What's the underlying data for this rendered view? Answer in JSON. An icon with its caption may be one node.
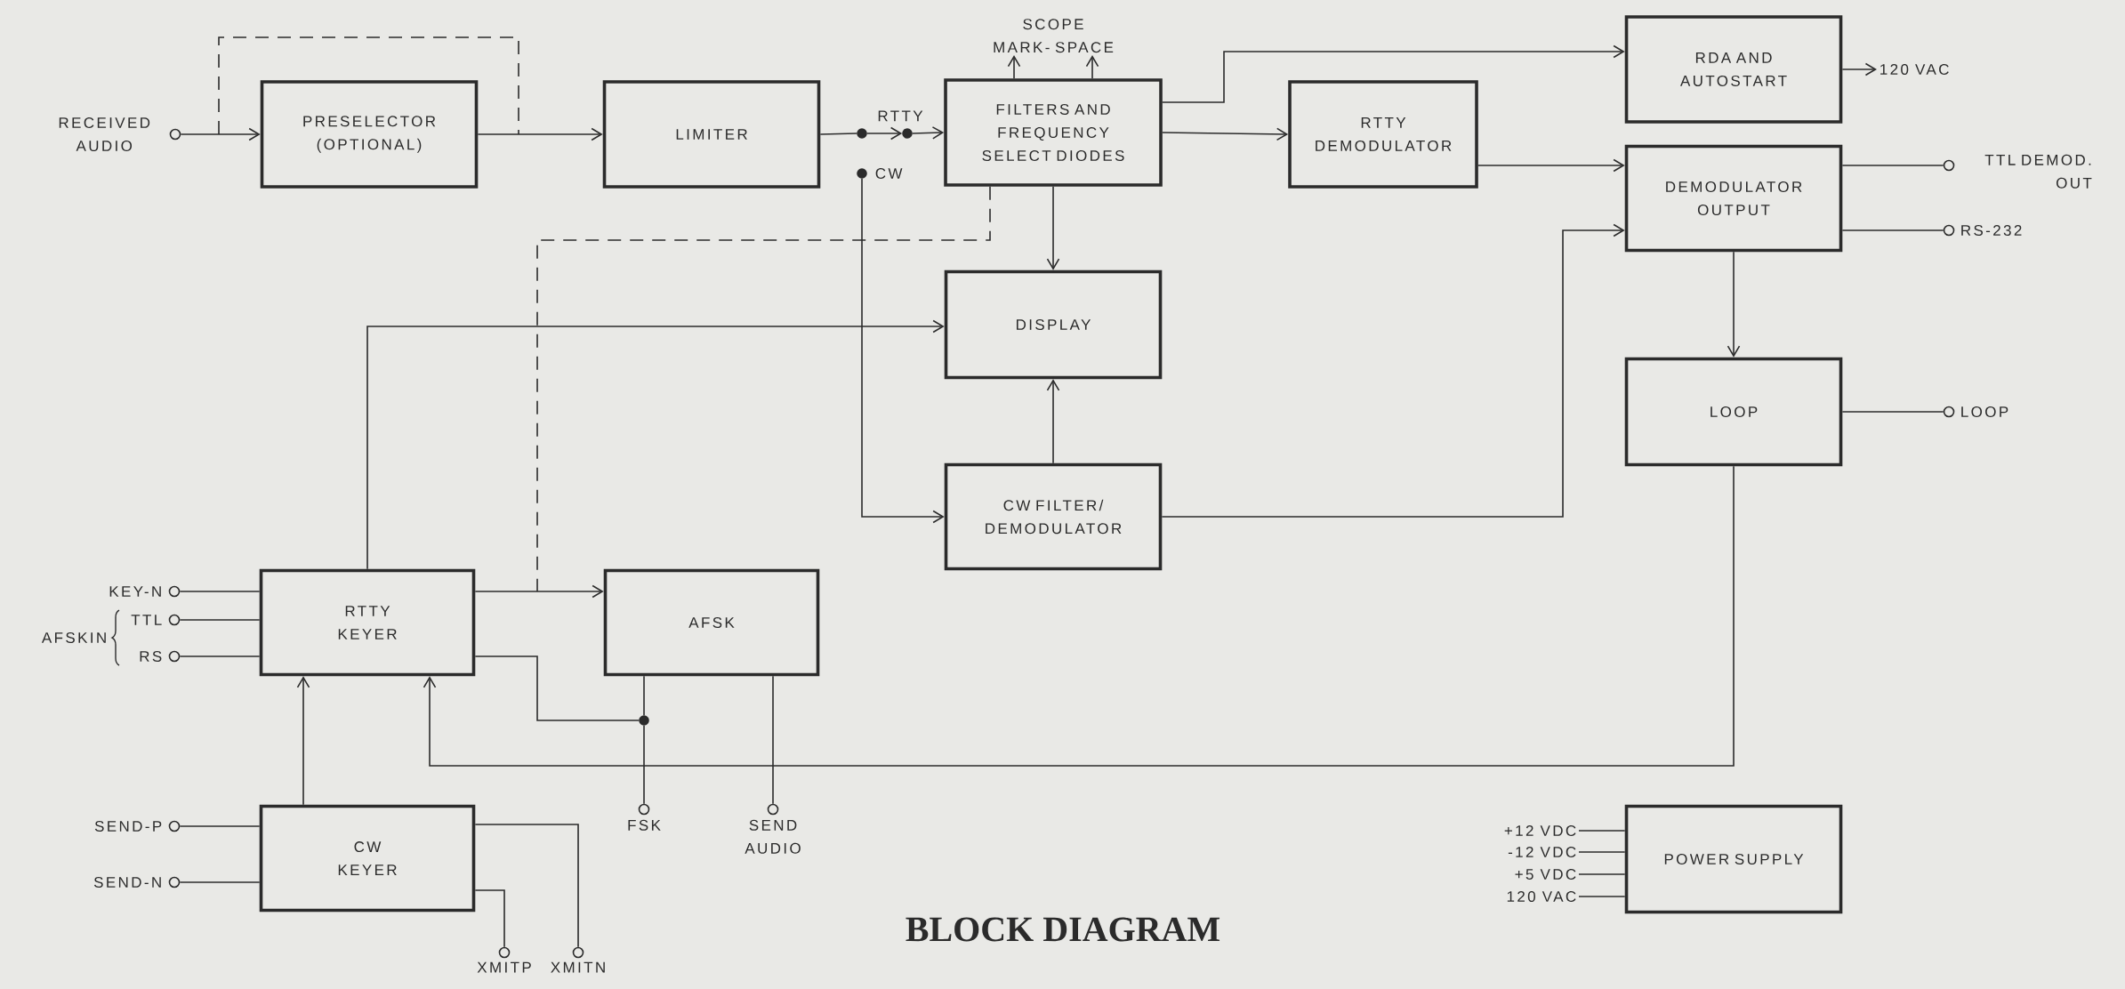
{
  "diagram": {
    "title": "BLOCK DIAGRAM",
    "nodes": [
      {
        "text": [],
        "shape": "circle",
        "beside": [
          "RECEIVED AUDIO"
        ]
      },
      {
        "text": [
          "PRESELECTOR (OPTIONAL)"
        ]
      },
      {
        "text": [
          "LIMITER"
        ]
      },
      {
        "text": [],
        "shape": "dot"
      },
      {
        "text": [],
        "shape": "dot",
        "beside": [
          "RTTY"
        ]
      },
      {
        "text": [],
        "shape": "dot",
        "beside": [
          "CW"
        ]
      },
      {
        "text": [
          "FILTERS AND FREQUENCY SELECT DIODES"
        ]
      },
      {
        "text": [
          "SCOPE MARK- SPACE"
        ]
      },
      {
        "text": [
          "RTTY DEMODULATOR"
        ]
      },
      {
        "text": [
          "RDA AND AUTOSTART"
        ]
      },
      {
        "text": [
          "120 VAC"
        ]
      },
      {
        "text": [
          "DEMODULATOR OUTPUT"
        ]
      },
      {
        "text": [],
        "shape": "circle",
        "beside": [
          "TTL DEMOD. OUT"
        ]
      },
      {
        "text": [],
        "shape": "circle",
        "beside": [
          "RS-232"
        ]
      },
      {
        "text": [
          "DISPLAY"
        ]
      },
      {
        "text": [
          "LOOP"
        ]
      },
      {
        "text": [],
        "shape": "circle",
        "beside": [
          "LOOP"
        ]
      },
      {
        "text": [
          "CW FILTER/ DEMODULATOR"
        ]
      },
      {
        "text": [],
        "shape": "circle",
        "beside": [
          "KEY-N"
        ]
      },
      {
        "text": [],
        "shape": "circle",
        "beside": [
          "TTL"
        ]
      },
      {
        "text": [],
        "shape": "circle",
        "beside": [
          "RS"
        ]
      },
      {
        "text": [
          "RTTY KEYER"
        ]
      },
      {
        "text": [
          "AFSK"
        ]
      },
      {
        "text": [],
        "shape": "dot"
      },
      {
        "text": [],
        "shape": "circle",
        "beside": [
          "FSK"
        ]
      },
      {
        "text": [],
        "shape": "circle",
        "beside": [
          "SEND AUDIO"
        ]
      },
      {
        "text": [],
        "shape": "circle",
        "beside": [
          "SEND-P"
        ]
      },
      {
        "text": [],
        "shape": "circle",
        "beside": [
          "SEND-N"
        ]
      },
      {
        "text": [
          "CW KEYER"
        ]
      },
      {
        "text": [],
        "shape": "circle",
        "beside": [
          "XMITP"
        ]
      },
      {
        "text": [],
        "shape": "circle",
        "beside": [
          "XMITN"
        ]
      },
      {
        "text": [
          "+12 VDC"
        ]
      },
      {
        "text": [
          "-12 VDC"
        ]
      },
      {
        "text": [
          "+5 VDC"
        ]
      },
      {
        "text": [
          "120 VAC"
        ]
      },
      {
        "text": [
          "POWER SUPPLY"
        ]
      }
    ],
    "edges": [
      {
        "from": 0,
        "to": 1,
        "arrow": "to"
      },
      {
        "from": 1,
        "to": 2,
        "arrow": "to"
      },
      {
        "from": 2,
        "to": 3,
        "arrow": "none"
      },
      {
        "from": 3,
        "to": 4,
        "arrow": "to"
      },
      {
        "from": 4,
        "to": 6,
        "arrow": "to"
      },
      {
        "from": 5,
        "to": 17,
        "arrow": "to"
      },
      {
        "from": 6,
        "to": 7,
        "arrow": "to"
      },
      {
        "from": 6,
        "to": 7,
        "arrow": "to"
      },
      {
        "from": 6,
        "to": 9,
        "arrow": "to"
      },
      {
        "from": 6,
        "to": 8,
        "arrow": "to"
      },
      {
        "from": 6,
        "to": 14,
        "arrow": "to"
      },
      {
        "from": 6,
        "to": null,
        "arrow": "none",
        "style": "dashed"
      },
      {
        "from": 9,
        "to": 10,
        "arrow": "to"
      },
      {
        "from": 8,
        "to": 11,
        "arrow": "to"
      },
      {
        "from": 17,
        "to": 11,
        "arrow": "to"
      },
      {
        "from": 11,
        "to": 12,
        "arrow": "none"
      },
      {
        "from": 11,
        "to": 13,
        "arrow": "none"
      },
      {
        "from": 11,
        "to": 15,
        "arrow": "to"
      },
      {
        "from": 15,
        "to": 16,
        "arrow": "none"
      },
      {
        "from": 17,
        "to": 14,
        "arrow": "to"
      },
      {
        "from": 21,
        "to": 14,
        "arrow": "to"
      },
      {
        "from": 15,
        "to": 21,
        "arrow": "to"
      },
      {
        "from": 18,
        "to": 21,
        "arrow": "none"
      },
      {
        "from": 19,
        "to": 21,
        "arrow": "none"
      },
      {
        "from": 20,
        "to": 21,
        "arrow": "none"
      },
      {
        "from": 21,
        "to": 22,
        "arrow": "to"
      },
      {
        "from": 21,
        "to": 23,
        "arrow": "none"
      },
      {
        "from": 23,
        "to": 22,
        "arrow": "none"
      },
      {
        "from": 23,
        "to": 24,
        "arrow": "none"
      },
      {
        "from": 22,
        "to": 25,
        "arrow": "none"
      },
      {
        "from": 28,
        "to": 21,
        "arrow": "to"
      },
      {
        "from": 26,
        "to": 28,
        "arrow": "none"
      },
      {
        "from": 27,
        "to": 28,
        "arrow": "none"
      },
      {
        "from": 28,
        "to": 29,
        "arrow": "none"
      },
      {
        "from": 28,
        "to": 30,
        "arrow": "none"
      },
      {
        "from": 31,
        "to": 35,
        "arrow": "none"
      },
      {
        "from": 32,
        "to": 35,
        "arrow": "none"
      },
      {
        "from": 33,
        "to": 35,
        "arrow": "none"
      },
      {
        "from": 34,
        "to": 35,
        "arrow": "none"
      }
    ],
    "labels": [
      "AFSKIN"
    ]
  }
}
